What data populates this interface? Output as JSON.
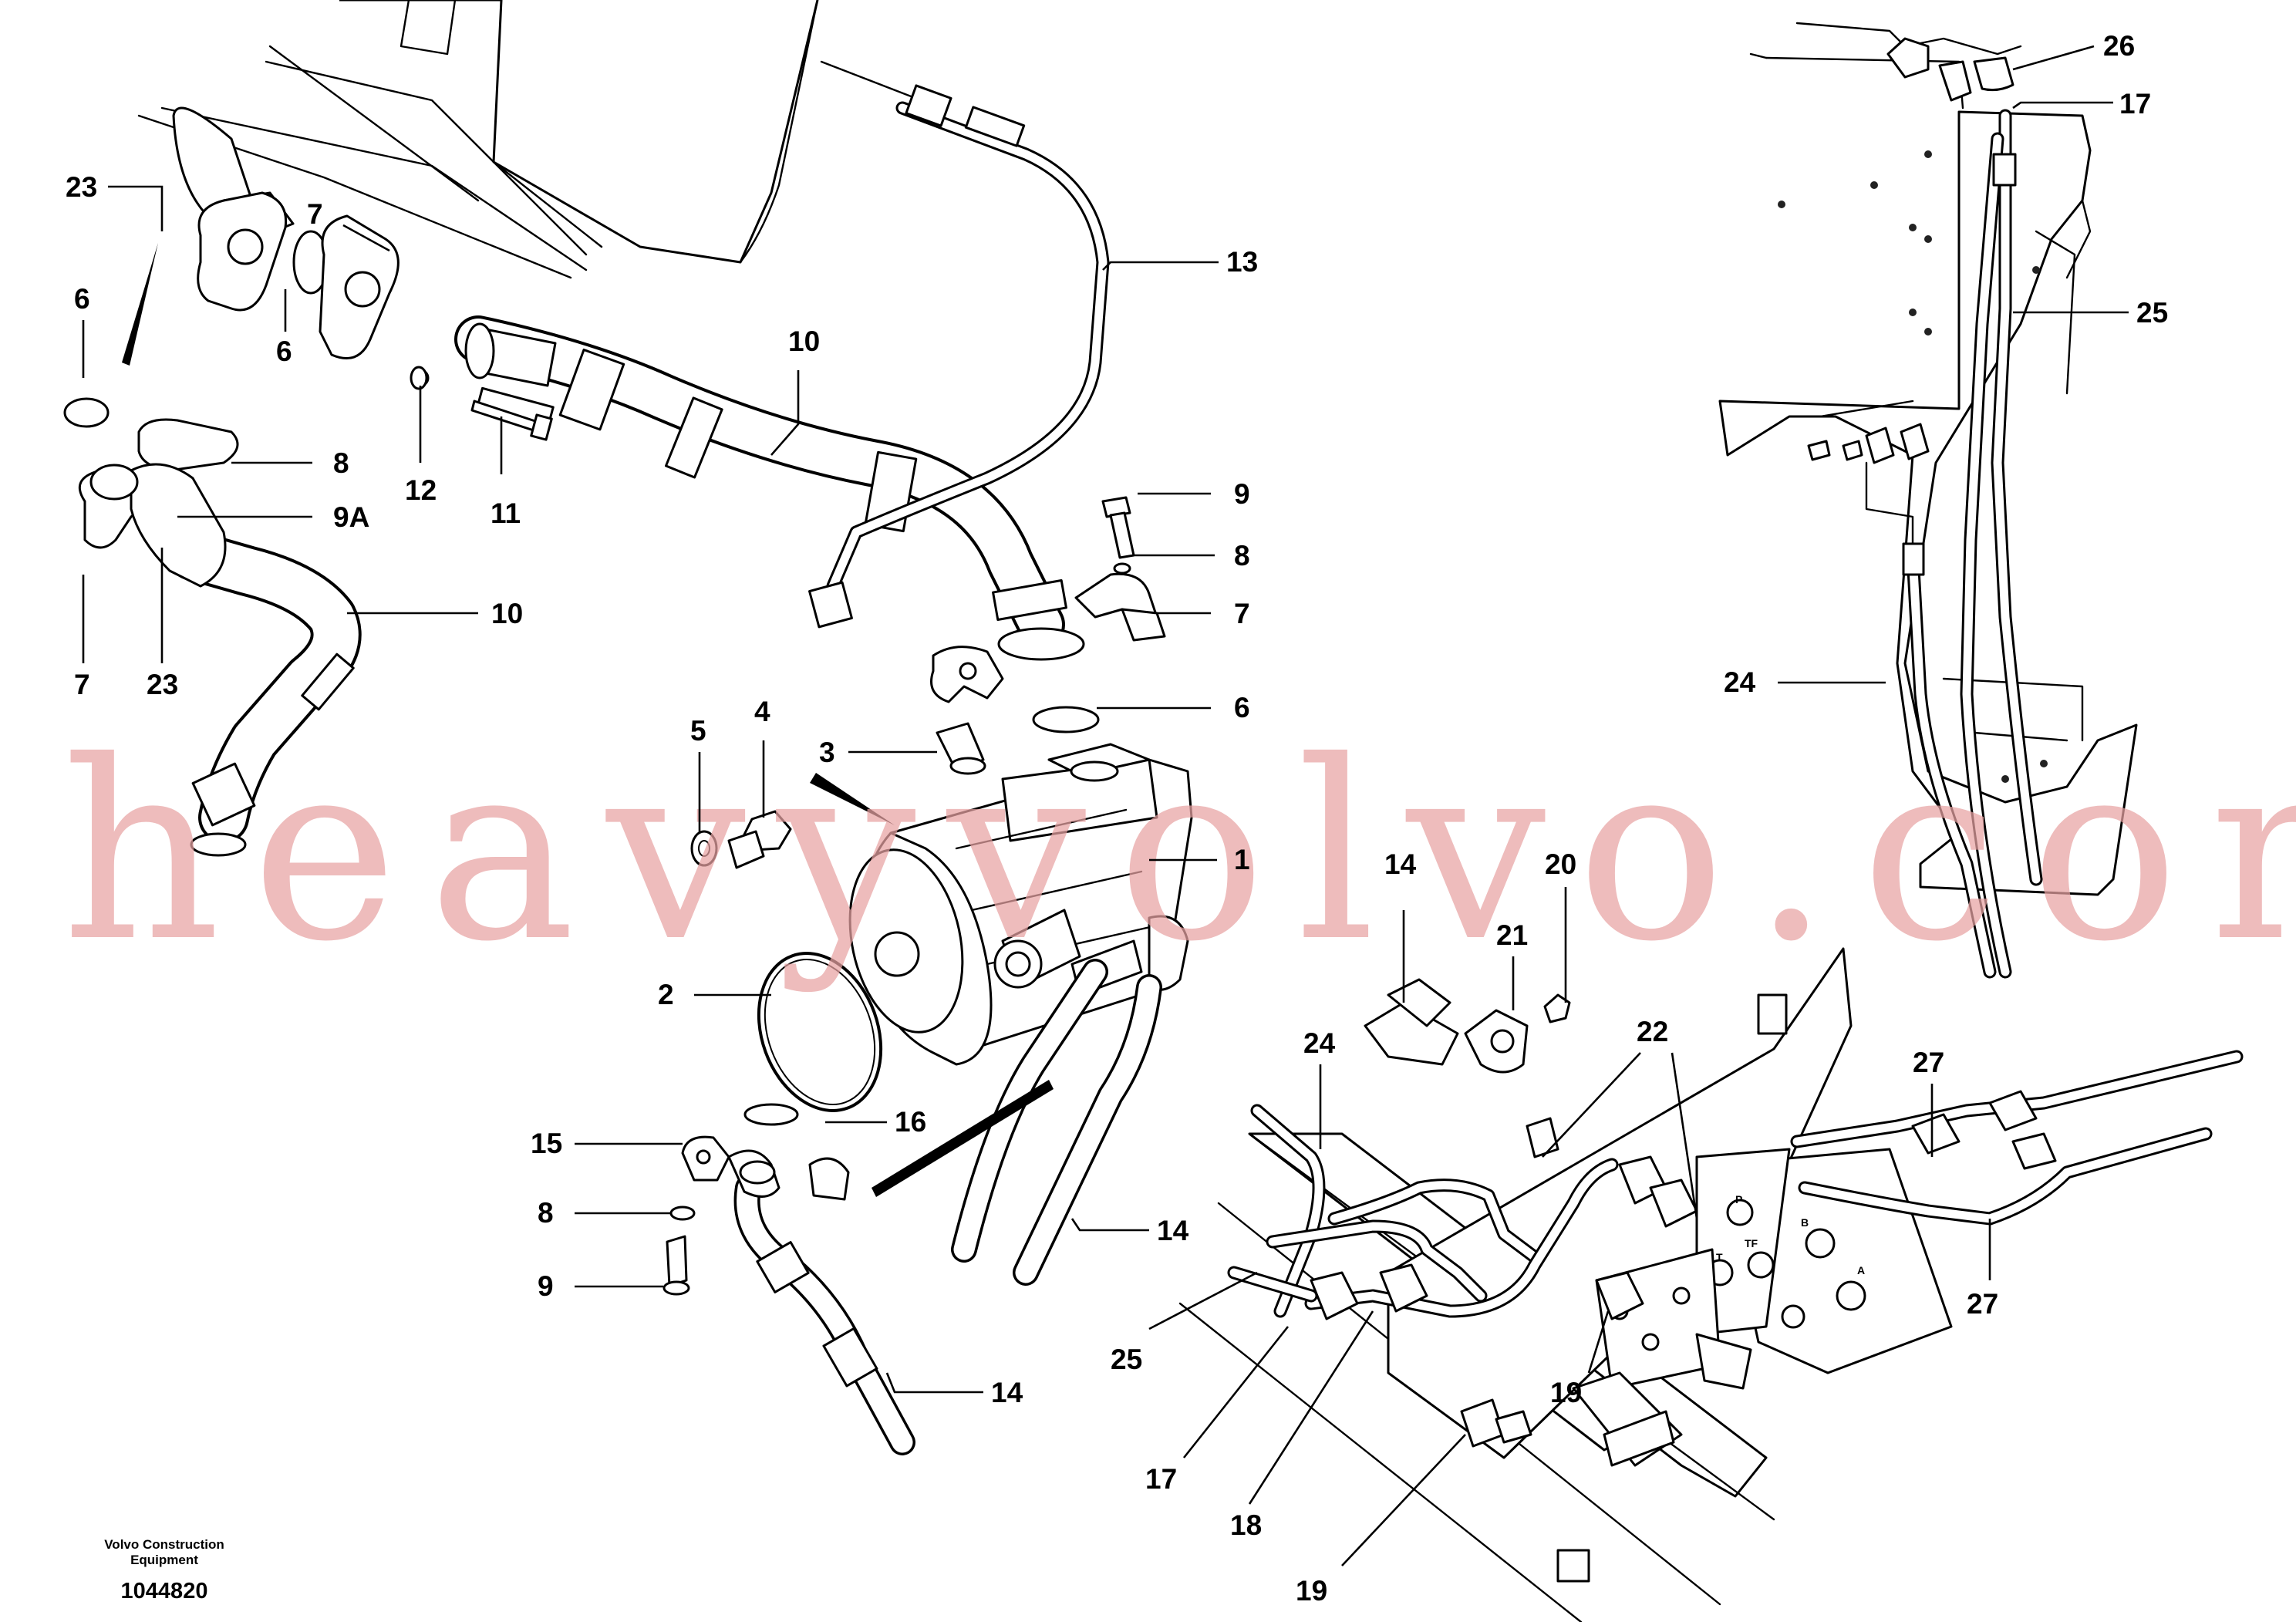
{
  "watermark": "heavyvolvo.com",
  "footer": {
    "company_line1": "Volvo Construction",
    "company_line2": "Equipment",
    "drawing_number": "1044820"
  },
  "callouts": {
    "c23a": "23",
    "c7a": "7",
    "c6a": "6",
    "c6b": "6",
    "c12": "12",
    "c11": "11",
    "c8a": "8",
    "c9A": "9A",
    "c10a": "10",
    "c10b": "10",
    "c7b": "7",
    "c23b": "23",
    "c13": "13",
    "c9a": "9",
    "c8b": "8",
    "c7c": "7",
    "c6c": "6",
    "c1": "1",
    "c3": "3",
    "c4": "4",
    "c5": "5",
    "c2": "2",
    "c16": "16",
    "c15": "15",
    "c8c": "8",
    "c9b": "9",
    "c14a": "14",
    "c14b": "14",
    "c14c": "14",
    "c21": "21",
    "c20": "20",
    "c24a": "24",
    "c22": "22",
    "c27a": "27",
    "c27b": "27",
    "c25a": "25",
    "c17a": "17",
    "c18": "18",
    "c19a": "19",
    "c19b": "19",
    "c26": "26",
    "c17b": "17",
    "c25b": "25",
    "c24b": "24"
  },
  "valve_port_labels": {
    "p": "P",
    "t": "T",
    "tf": "TF",
    "b": "B",
    "a": "A"
  }
}
